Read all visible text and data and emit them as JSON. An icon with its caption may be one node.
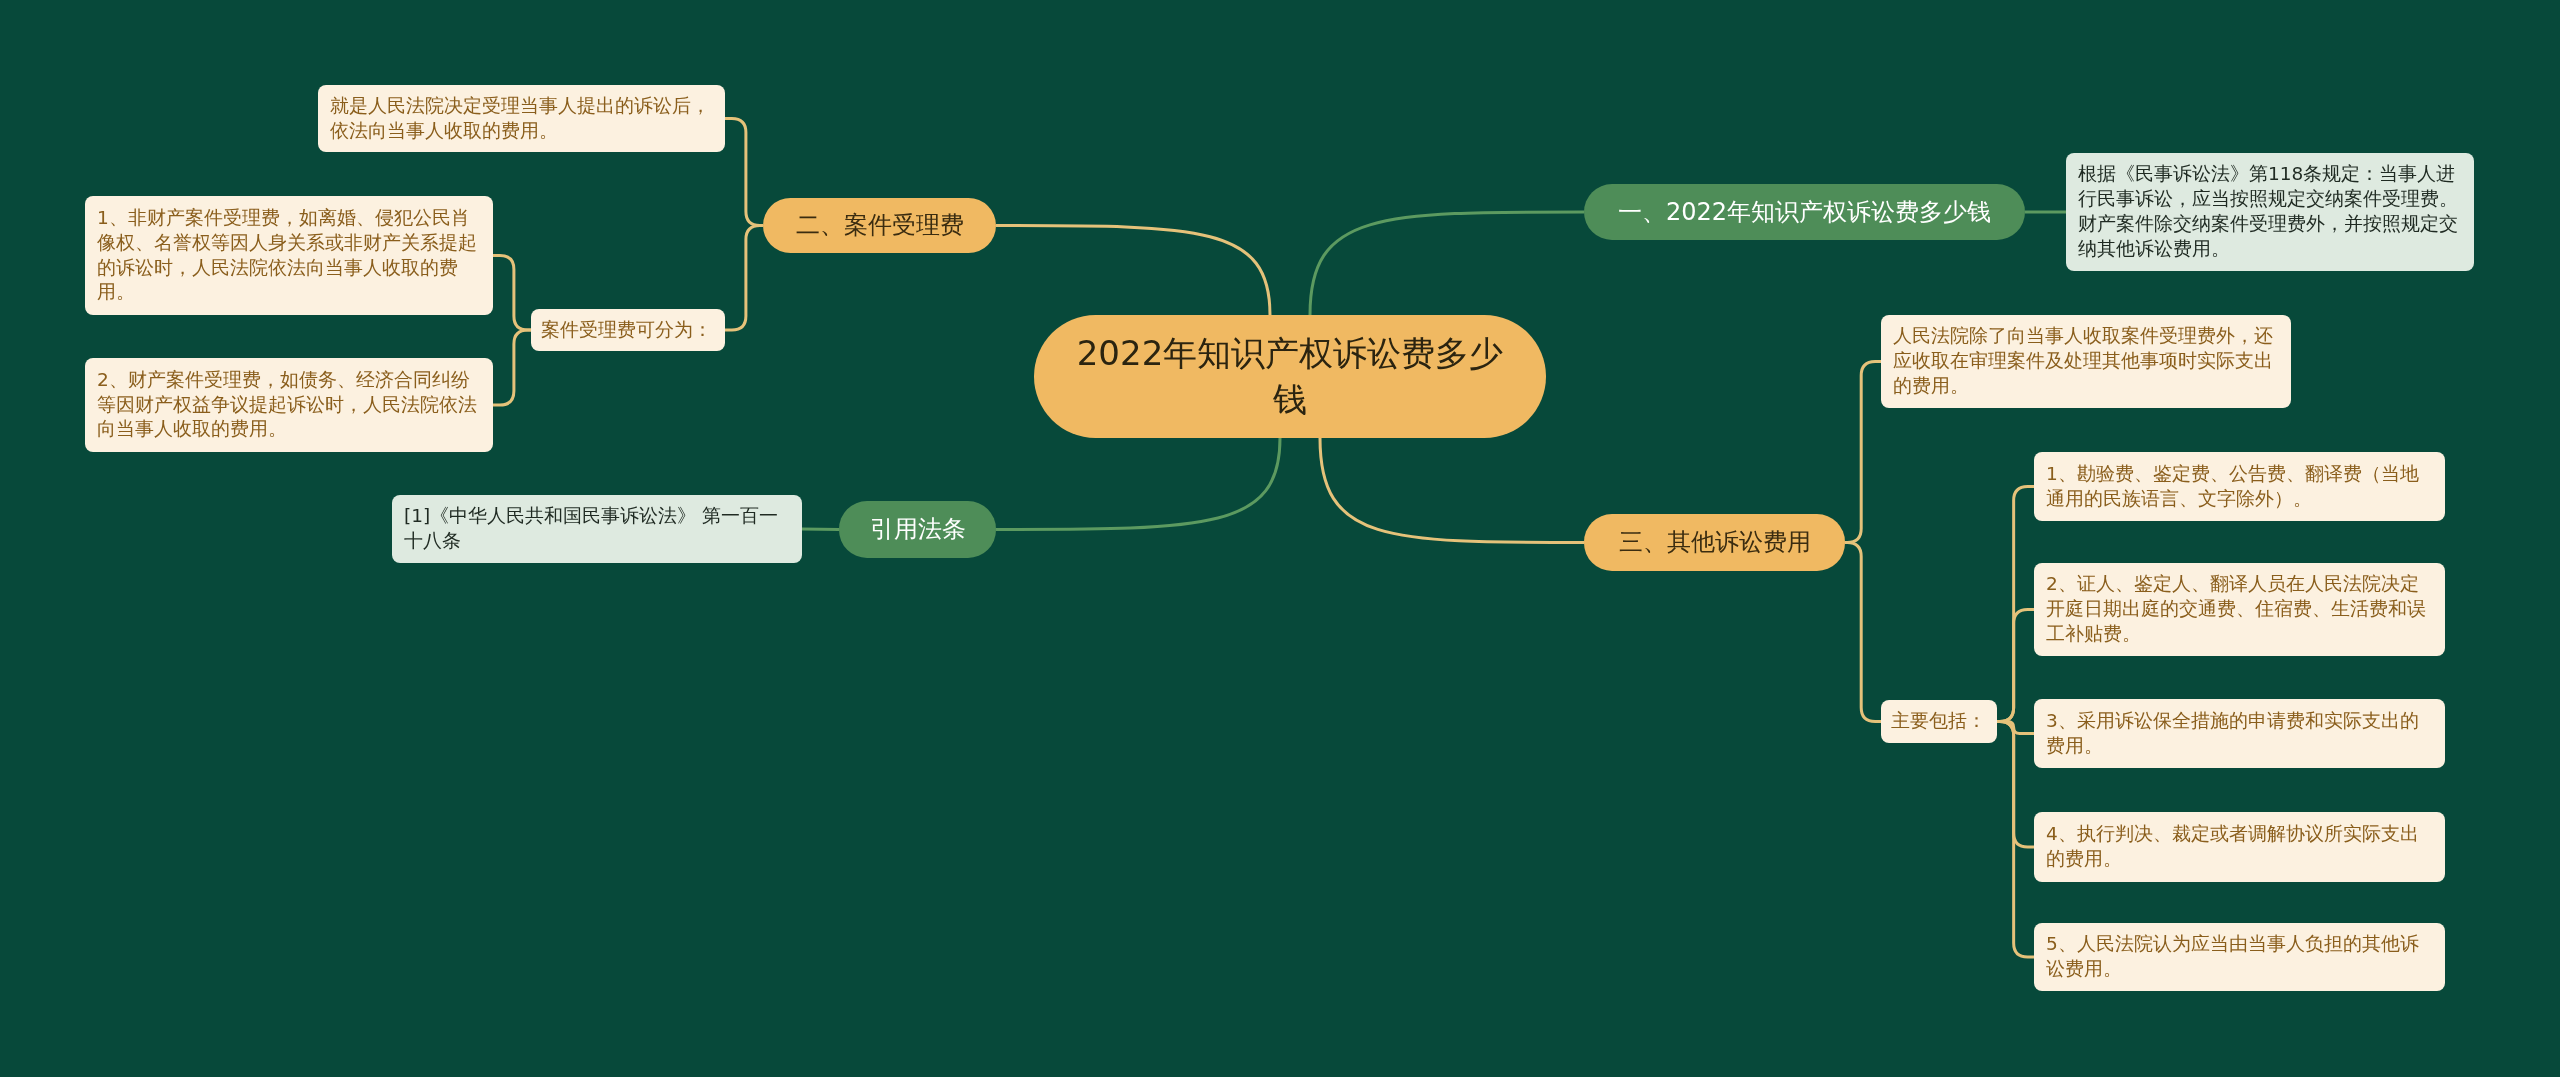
{
  "diagram": {
    "nodes": [
      {
        "text": [
          "2022年知识产权诉讼费多少钱"
        ]
      },
      {
        "text": [
          "一、2022年知识产权诉讼费多少钱"
        ]
      },
      {
        "text": [
          "根据《民事诉讼法》第118条规定：当事人进行民事诉讼，应当按照规定交纳案件受理费。财产案件除交纳案件受理费外，并按照规定交纳其他诉讼费用。"
        ]
      },
      {
        "text": [
          "二、案件受理费"
        ]
      },
      {
        "text": [
          "就是人民法院决定受理当事人提出的诉讼后，依法向当事人收取的费用。"
        ]
      },
      {
        "text": [
          "案件受理费可分为："
        ]
      },
      {
        "text": [
          "1、非财产案件受理费，如离婚、侵犯公民肖像权、名誉权等因人身关系或非财产关系提起的诉讼时，人民法院依法向当事人收取的费用。"
        ]
      },
      {
        "text": [
          "2、财产案件受理费，如债务、经济合同纠纷等因财产权益争议提起诉讼时，人民法院依法向当事人收取的费用。"
        ]
      },
      {
        "text": [
          "引用法条"
        ]
      },
      {
        "text": [
          "[1]《中华人民共和国民事诉讼法》 第一百一十八条"
        ]
      },
      {
        "text": [
          "三、其他诉讼费用"
        ]
      },
      {
        "text": [
          "人民法院除了向当事人收取案件受理费外，还应收取在审理案件及处理其他事项时实际支出的费用。"
        ]
      },
      {
        "text": [
          "主要包括："
        ]
      },
      {
        "text": [
          "1、勘验费、鉴定费、公告费、翻译费（当地通用的民族语言、文字除外）。"
        ]
      },
      {
        "text": [
          "2、证人、鉴定人、翻译人员在人民法院决定开庭日期出庭的交通费、住宿费、生活费和误工补贴费。"
        ]
      },
      {
        "text": [
          "3、采用诉讼保全措施的申请费和实际支出的费用。"
        ]
      },
      {
        "text": [
          "4、执行判决、裁定或者调解协议所实际支出的费用。"
        ]
      },
      {
        "text": [
          "5、人民法院认为应当由当事人负担的其他诉讼费用。"
        ]
      }
    ],
    "edges": [
      {
        "from": 0,
        "to": 1,
        "arrow": "none",
        "color": "#5c9a60"
      },
      {
        "from": 1,
        "to": 2,
        "arrow": "none",
        "color": "#5c9a60"
      },
      {
        "from": 0,
        "to": 3,
        "arrow": "none"
      },
      {
        "from": 3,
        "to": 4,
        "arrow": "none"
      },
      {
        "from": 3,
        "to": 5,
        "arrow": "none"
      },
      {
        "from": 5,
        "to": 6,
        "arrow": "none"
      },
      {
        "from": 5,
        "to": 7,
        "arrow": "none"
      },
      {
        "from": 0,
        "to": 8,
        "arrow": "none",
        "color": "#5c9a60"
      },
      {
        "from": 8,
        "to": 9,
        "arrow": "none",
        "color": "#5c9a60"
      },
      {
        "from": 0,
        "to": 10,
        "arrow": "none"
      },
      {
        "from": 10,
        "to": 11,
        "arrow": "none"
      },
      {
        "from": 10,
        "to": 12,
        "arrow": "none"
      },
      {
        "from": 12,
        "to": 13,
        "arrow": "none"
      },
      {
        "from": 12,
        "to": 14,
        "arrow": "none"
      },
      {
        "from": 12,
        "to": 15,
        "arrow": "none"
      },
      {
        "from": 12,
        "to": 16,
        "arrow": "none"
      },
      {
        "from": 12,
        "to": 17,
        "arrow": "none"
      }
    ]
  }
}
